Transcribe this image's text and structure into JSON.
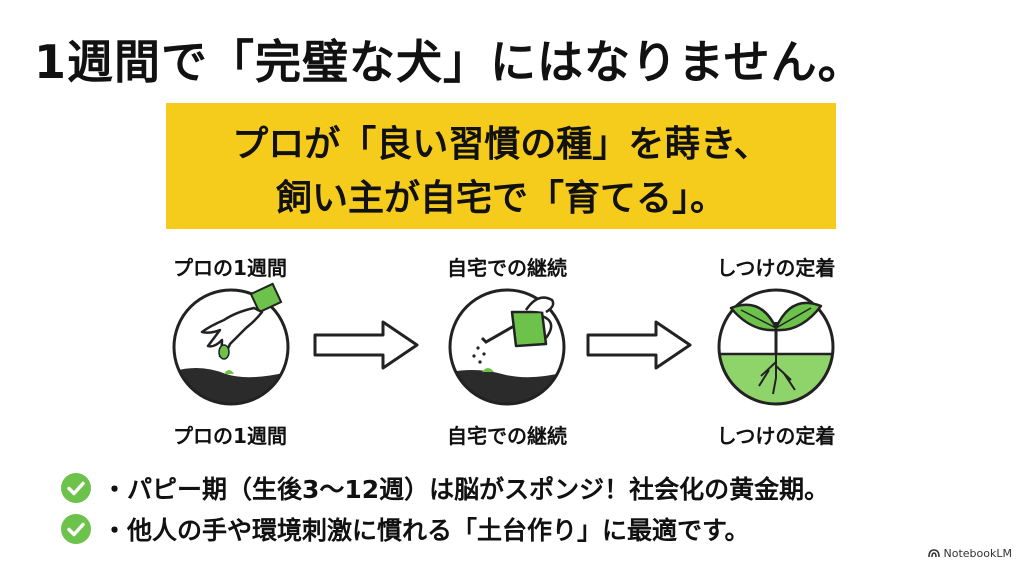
{
  "title": "1週間で「完璧な犬」にはなりません。",
  "banner": {
    "line1": "プロが「良い習慣の種」を蒔き、",
    "line2": "飼い主が自宅で「育てる」。",
    "color": "#f6cc1c"
  },
  "steps": [
    {
      "top_label": "プロの1週間",
      "bottom_label": "プロの1週間",
      "icon": "hand-planting-seed-icon"
    },
    {
      "top_label": "自宅での継続",
      "bottom_label": "自宅での継続",
      "icon": "watering-can-icon"
    },
    {
      "top_label": "しつけの定着",
      "bottom_label": "しつけの定着",
      "icon": "sprout-icon"
    }
  ],
  "bullets": [
    "・パピー期（生後3〜12週）は脳がスポンジ！社会化の黄金期。",
    "・他人の手や環境刺激に慣れる「土台作り」に最適です。"
  ],
  "accent_green": "#6cc24a",
  "brand": "NotebookLM"
}
